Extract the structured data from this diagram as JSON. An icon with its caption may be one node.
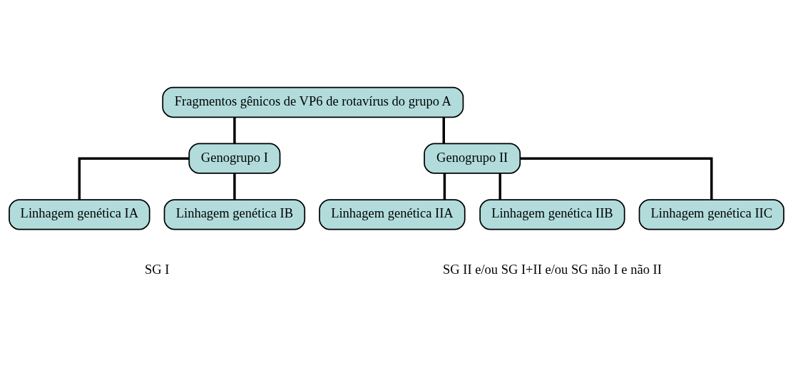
{
  "diagram": {
    "nodes": [
      {
        "text": [
          "Fragmentos gênicos de VP6 de rotavírus do grupo A"
        ]
      },
      {
        "text": [
          "Genogrupo I"
        ]
      },
      {
        "text": [
          "Genogrupo II"
        ]
      },
      {
        "text": [
          "Linhagem genética IA"
        ]
      },
      {
        "text": [
          "Linhagem genética IB"
        ]
      },
      {
        "text": [
          "Linhagem genética IIA"
        ]
      },
      {
        "text": [
          "Linhagem genética IIB"
        ]
      },
      {
        "text": [
          "Linhagem genética IIC"
        ]
      }
    ],
    "edges": [
      {
        "from": 0,
        "to": 1,
        "arrow": "none"
      },
      {
        "from": 0,
        "to": 2,
        "arrow": "none"
      },
      {
        "from": 1,
        "to": 3,
        "arrow": "none"
      },
      {
        "from": 1,
        "to": 4,
        "arrow": "none"
      },
      {
        "from": 2,
        "to": 5,
        "arrow": "none"
      },
      {
        "from": 2,
        "to": 6,
        "arrow": "none"
      },
      {
        "from": 2,
        "to": 7,
        "arrow": "none"
      }
    ],
    "labels": [
      "SG I",
      "SG II e/ou SG I+II e/ou SG não I e não II"
    ]
  }
}
